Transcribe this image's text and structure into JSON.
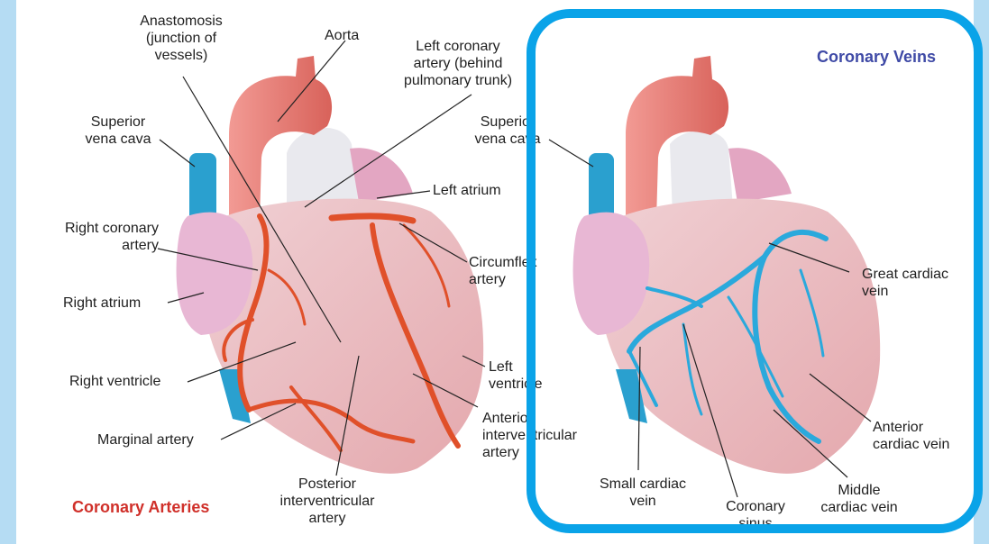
{
  "panels": {
    "arteries": {
      "title": "Coronary Arteries",
      "labels": {
        "anastomosis": "Anastomosis\n(junction of\nvessels)",
        "aorta": "Aorta",
        "left_coronary": "Left coronary\nartery (behind\npulmonary trunk)",
        "superior_vena_cava": "Superior\nvena cava",
        "left_atrium": "Left atrium",
        "right_coronary": "Right coronary\nartery",
        "circumflex": "Circumflex\nartery",
        "right_atrium": "Right atrium",
        "left_ventricle": "Left\nventricle",
        "right_ventricle": "Right ventricle",
        "anterior_interventricular": "Anterior\ninterventricular\nartery",
        "marginal": "Marginal artery",
        "posterior_interventricular": "Posterior\ninterventricular\nartery"
      }
    },
    "veins": {
      "title": "Coronary Veins",
      "labels": {
        "superior_vena_cava": "Superior\nvena cava",
        "great_cardiac": "Great cardiac\nvein",
        "anterior_cardiac": "Anterior\ncardiac vein",
        "small_cardiac": "Small cardiac\nvein",
        "coronary_sinus": "Coronary\nsinus",
        "middle_cardiac": "Middle\ncardiac vein"
      }
    }
  },
  "colors": {
    "background": "#b5dcf3",
    "highlight_border": "#0aa3e8",
    "artery": "#e0502a",
    "vein": "#2aa9dc",
    "arteries_title": "#d0302a",
    "veins_title": "#3f4aa6"
  }
}
